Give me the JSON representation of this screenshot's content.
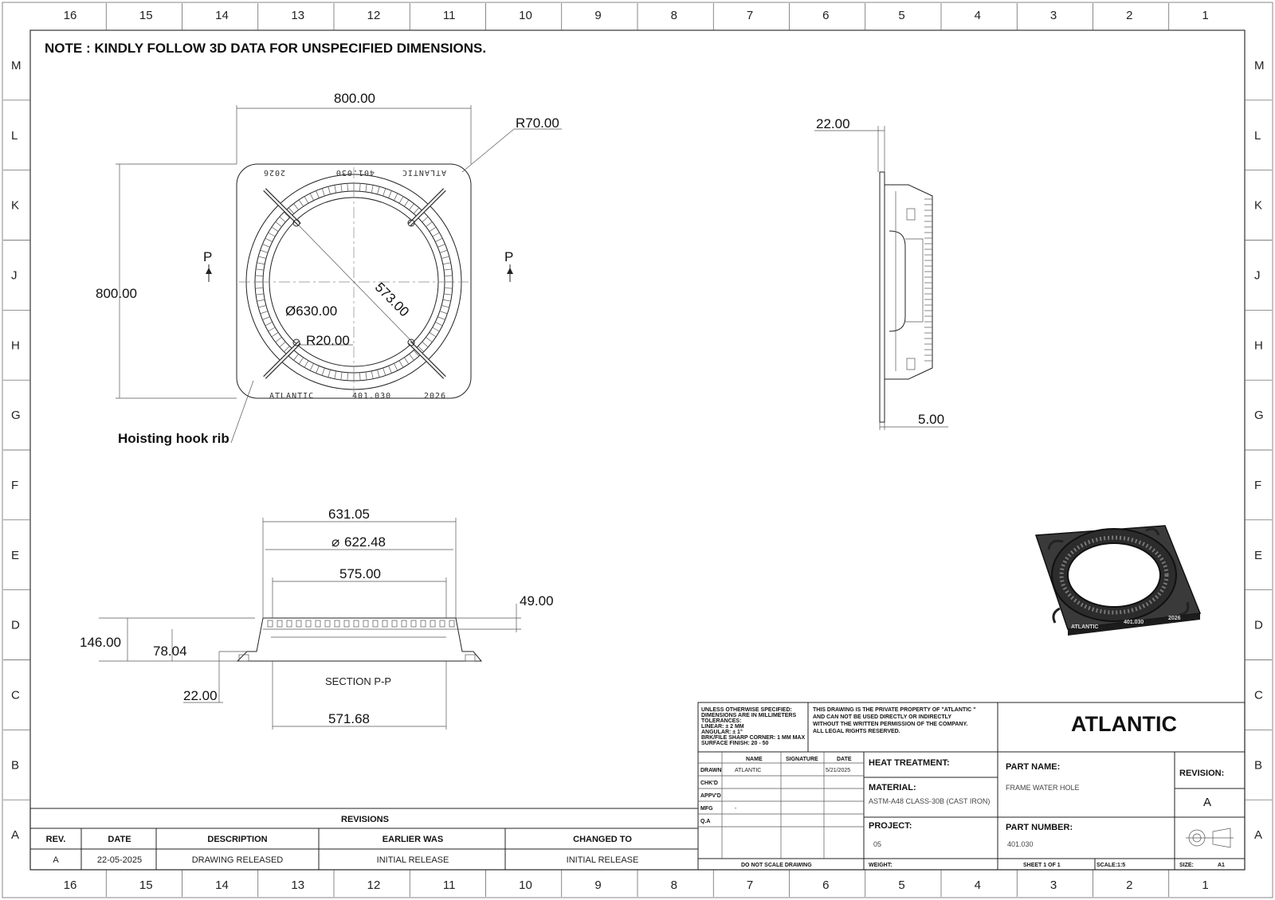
{
  "zones": {
    "columns": [
      "16",
      "15",
      "14",
      "13",
      "12",
      "11",
      "10",
      "9",
      "8",
      "7",
      "6",
      "5",
      "4",
      "3",
      "2",
      "1"
    ],
    "rows": [
      "M",
      "L",
      "K",
      "J",
      "H",
      "G",
      "F",
      "E",
      "D",
      "C",
      "B",
      "A"
    ]
  },
  "note": "NOTE : KINDLY FOLLOW 3D DATA FOR UNSPECIFIED DIMENSIONS.",
  "top_view": {
    "width_dim": "800.00",
    "height_dim": "800.00",
    "corner_radius": "R70.00",
    "inner_diameter": "Ø630.00",
    "inner_radius": "R20.00",
    "diagonal_dim": "573.00",
    "section_mark": "P",
    "callout": "Hoisting hook rib",
    "emboss_top": [
      "ATLANTIC",
      "401.030",
      "2026"
    ],
    "emboss_bottom": [
      "ATLANTIC",
      "401.030",
      "2026"
    ]
  },
  "side_view": {
    "flange_thickness": "22.00",
    "offset": "5.00"
  },
  "section_view": {
    "title": "SECTION P-P",
    "outer_width": "631.05",
    "diameter": "622.48",
    "inner_width": "575.00",
    "base_width": "571.68",
    "lip_height": "49.00",
    "total_height": "146.00",
    "mid_height": "78.04",
    "flange_height": "22.00"
  },
  "iso_view": {
    "emboss": [
      "ATLANTIC",
      "401.030",
      "2026"
    ]
  },
  "revisions": {
    "title": "REVISIONS",
    "headers": [
      "REV.",
      "DATE",
      "DESCRIPTION",
      "EARLIER WAS",
      "CHANGED TO"
    ],
    "rows": [
      [
        "A",
        "22-05-2025",
        "DRAWING RELEASED",
        "INITIAL RELEASE",
        "INITIAL RELEASE"
      ]
    ]
  },
  "title_block": {
    "tolerances": [
      "UNLESS OTHERWISE SPECIFIED:",
      "DIMENSIONS ARE IN MILLIMETERS",
      "TOLERANCES:",
      "LINEAR: ± 2 MM",
      "ANGULAR: ± 1°",
      "BRK/FILE SHARP CORNER: 1 MM MAX",
      "SURFACE FINISH: 20 - 50"
    ],
    "property_note": [
      "THIS DRAWING IS THE PRIVATE PROPERTY OF \"ATLANTIC \"",
      "AND CAN NOT BE USED DIRECTLY OR INDIRECTLY",
      "WITHOUT THE WRITTEN PERMISSION  OF THE COMPANY.",
      "ALL LEGAL RIGHTS RESERVED."
    ],
    "company": "ATLANTIC",
    "sign_headers": [
      "NAME",
      "SIGNATURE",
      "DATE"
    ],
    "sign_rows": [
      {
        "role": "DRAWN",
        "name": "ATLANTIC",
        "date": "5/21/2025"
      },
      {
        "role": "CHK'D",
        "name": "",
        "date": ""
      },
      {
        "role": "APPV'D",
        "name": "",
        "date": ""
      },
      {
        "role": "MFG",
        "name": "-",
        "date": ""
      },
      {
        "role": "Q.A",
        "name": "",
        "date": ""
      }
    ],
    "heat_treatment_label": "HEAT TREATMENT:",
    "material_label": "MATERIAL:",
    "material_value": "ASTM-A48 CLASS-30B (CAST IRON)",
    "project_label": "PROJECT:",
    "project_value": "05",
    "part_name_label": "PART NAME:",
    "part_name_value": "FRAME WATER HOLE",
    "revision_label": "REVISION:",
    "revision_value": "A",
    "part_number_label": "PART NUMBER:",
    "part_number_value": "401.030",
    "do_not_scale": "DO NOT SCALE DRAWING",
    "weight_label": "WEIGHT:",
    "sheet": "SHEET 1 OF 1",
    "scale": "SCALE:1:5",
    "size_label": "SIZE:",
    "size_value": "A1"
  }
}
